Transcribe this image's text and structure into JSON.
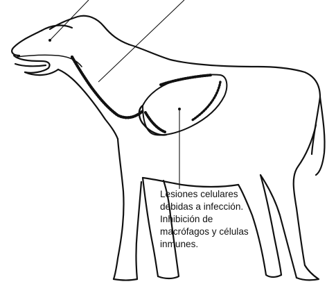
{
  "annotation": {
    "lines": [
      "Lesiones celulares",
      "debidas a infección.",
      "Inhibición de",
      "macrófagos y células",
      "inmunes."
    ]
  },
  "colors": {
    "ink": "#111111",
    "background": "#ffffff"
  }
}
